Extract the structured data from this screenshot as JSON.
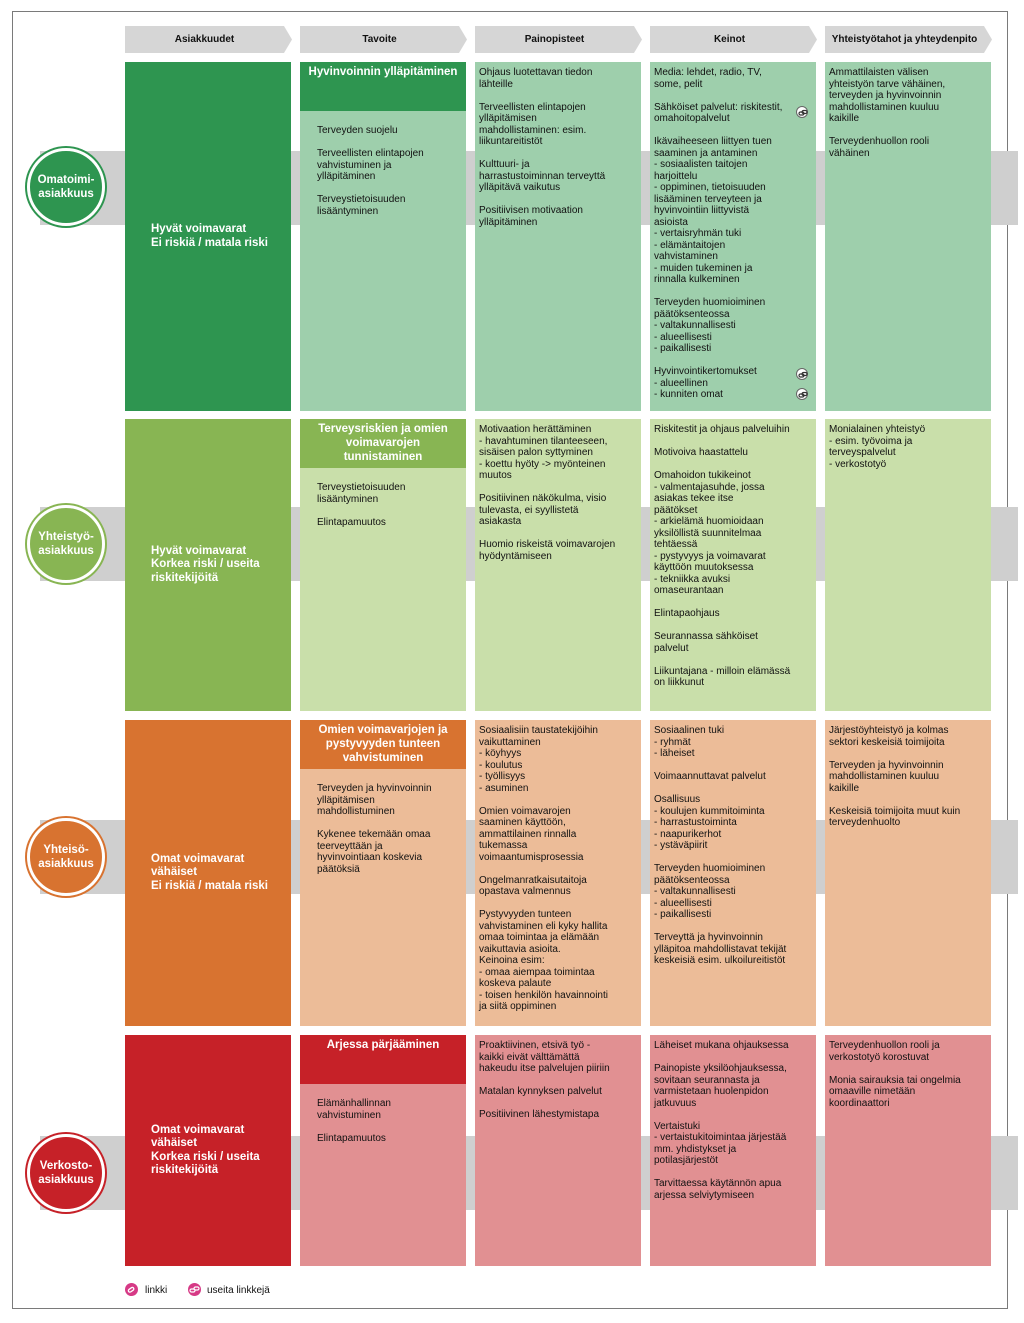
{
  "headers": [
    "Asiakkuudet",
    "Tavoite",
    "Painopisteet",
    "Keinot",
    "Yhteistyötahot ja yhteydenpito"
  ],
  "rows": [
    {
      "circle": "Omatoimi-\nasiakkuus",
      "customer": "Hyvät voimavarat\nEi riskiä / matala riski",
      "goal_title": "Hyvinvoinnin ylläpitäminen",
      "goal_body": [
        "Terveyden suojelu",
        "Terveellisten elintapojen\nvahvistuminen ja\nylläpitäminen",
        "Terveystietoisuuden\nlisääntyminen"
      ],
      "focus": [
        "Ohjaus luotettavan tiedon\nlähteille",
        "Terveellisten elintapojen\nylläpitämisen\nmahdollistaminen: esim.\nliikuntareitistöt",
        "Kulttuuri- ja\nharrastustoiminnan terveyttä\nylläpitävä vaikutus",
        "Positiivisen motivaation\nylläpitäminen"
      ],
      "means": [
        "Media: lehdet, radio, TV,\nsome, pelit",
        "Sähköiset palvelut: riskitestit,\nomahoitopalvelut",
        "Ikävaiheeseen liittyen tuen\nsaaminen ja antaminen\n-  sosiaalisten taitojen\n   harjoittelu\n-  oppiminen, tietoisuuden\n   lisääminen terveyteen ja\n   hyvinvointiin liittyvistä\n   asioista\n-  vertaisryhmän tuki\n-  elämäntaitojen\n   vahvistaminen\n-  muiden tukeminen ja\n   rinnalla kulkeminen",
        "Terveyden huomioiminen\npäätöksenteossa\n-  valtakunnallisesti\n-  alueellisesti\n-  paikallisesti",
        "Hyvinvointikertomukset\n-  alueellinen\n-  kunniten omat"
      ],
      "partners": [
        "Ammattilaisten välisen\nyhteistyön tarve vähäinen,\nterveyden ja hyvinvoinnin\nmahdollistaminen kuuluu\nkaikille",
        "Terveydenhuollon rooli\nvähäinen"
      ]
    },
    {
      "circle": "Yhteistyö-\nasiakkuus",
      "customer": "Hyvät voimavarat\nKorkea riski / useita\nriskitekijöitä",
      "goal_title": "Terveysriskien ja omien\nvoimavarojen tunnistaminen",
      "goal_body": [
        "Terveystietoisuuden\nlisääntyminen",
        "Elintapamuutos"
      ],
      "focus": [
        "Motivaation herättäminen\n-  havahtuminen tilanteeseen,\n   sisäisen palon syttyminen\n-  koettu hyöty -> myönteinen\n   muutos",
        "Positiivinen näkökulma, visio\ntulevasta, ei syyllistetä\nasiakasta",
        "Huomio riskeistä voimavarojen\nhyödyntämiseen"
      ],
      "means": [
        "Riskitestit ja ohjaus palveluihin",
        "Motivoiva haastattelu",
        "Omahoidon tukikeinot\n-  valmentajasuhde, jossa\n   asiakas tekee itse\n   päätökset\n-  arkielämä huomioidaan\n   yksilöllistä suunnitelmaa\n   tehtäessä\n-  pystyvyys ja voimavarat\n   käyttöön muutoksessa\n-  tekniikka avuksi\n   omaseurantaan",
        "Elintapaohjaus",
        "Seurannassa sähköiset\npalvelut",
        "Liikuntajana - milloin elämässä\non liikkunut"
      ],
      "partners": [
        "Monialainen yhteistyö\n-  esim. työvoima ja\n   terveyspalvelut\n-  verkostotyö"
      ]
    },
    {
      "circle": "Yhteisö-\nasiakkuus",
      "customer": "Omat voimavarat\nvähäiset\nEi riskiä / matala riski",
      "goal_title": "Omien voimavarjojen ja\npystyvyyden tunteen\nvahvistuminen",
      "goal_body": [
        "Terveyden ja hyvinvoinnin\nylläpitämisen\nmahdollistuminen",
        "Kykenee tekemään omaa\nteerveyttään ja\nhyvinvointiaan koskevia\npäätöksiä"
      ],
      "focus": [
        "Sosiaalisiin taustatekijöihin\nvaikuttaminen\n-  köyhyys\n-  koulutus\n-  työllisyys\n-  asuminen",
        "Omien voimavarojen\nsaaminen käyttöön,\nammattilainen rinnalla\ntukemassa\nvoimaantumisprosessia",
        "Ongelmanratkaisutaitoja\nopastava valmennus",
        "Pystyvyyden tunteen\nvahvistaminen eli kyky hallita\nomaa toimintaa ja elämään\nvaikuttavia asioita.\nKeinoina esim:\n-  omaa aiempaa toimintaa\n   koskeva palaute\n-  toisen henkilön havainnointi\n   ja siitä oppiminen"
      ],
      "means": [
        "Sosiaalinen tuki\n-  ryhmät\n-  läheiset",
        "Voimaannuttavat palvelut",
        "Osallisuus\n-  koulujen kummitoiminta\n-  harrastustoiminta\n-  naapurikerhot\n-  ystäväpiirit",
        "Terveyden huomioiminen\npäätöksenteossa\n-  valtakunnallisesti\n-  alueellisesti\n-  paikallisesti",
        "Terveyttä ja hyvinvoinnin\nylläpitoa mahdollistavat tekijät\nkeskeisiä esim. ulkoilureitistöt"
      ],
      "partners": [
        "Järjestöyhteistyö ja kolmas\nsektori keskeisiä toimijoita",
        "Terveyden ja hyvinvoinnin\nmahdollistaminen kuuluu\nkaikille",
        "Keskeisiä toimijoita muut kuin\nterveydenhuolto"
      ]
    },
    {
      "circle": "Verkosto-\nasiakkuus",
      "customer": "Omat voimavarat\nvähäiset\nKorkea riski / useita\nriskitekijöitä",
      "goal_title": "Arjessa pärjääminen",
      "goal_body": [
        "Elämänhallinnan\nvahvistuminen",
        "Elintapamuutos"
      ],
      "focus": [
        "Proaktiivinen, etsivä työ -\nkaikki eivät välttämättä\nhakeudu itse palvelujen piiriin",
        "Matalan kynnyksen palvelut",
        "Positiivinen lähestymistapa"
      ],
      "means": [
        "Läheiset mukana ohjauksessa",
        "Painopiste yksilöohjauksessa,\nsovitaan seurannasta ja\nvarmistetaan huolenpidon\njatkuvuus",
        "Vertaistuki\n-  vertaistukitoimintaa järjestää\n   mm. yhdistykset ja\n   potilasjärjestöt",
        "Tarvittaessa käytännön apua\narjessa selviytymiseen"
      ],
      "partners": [
        "Terveydenhuollon rooli ja\nverkostotyö korostuvat",
        "Monia sairauksia tai ongelmia\nomaaville nimetään\nkoordinaattori"
      ]
    }
  ],
  "legend": {
    "single": "linkki",
    "multiple": "useita linkkejä"
  },
  "colors": {
    "row1": {
      "dark": "#2e9550",
      "light": "#9ecfac"
    },
    "row2": {
      "dark": "#88b553",
      "light": "#c9dfaa"
    },
    "row3": {
      "dark": "#d87330",
      "light": "#ecbc98"
    },
    "row4": {
      "dark": "#c62128",
      "light": "#e19092"
    },
    "header": "#d6d6d6",
    "band": "#cfcfcf",
    "legend_icon": "#d63a86"
  },
  "icons": [
    "link-icon",
    "multiple-links-icon"
  ]
}
